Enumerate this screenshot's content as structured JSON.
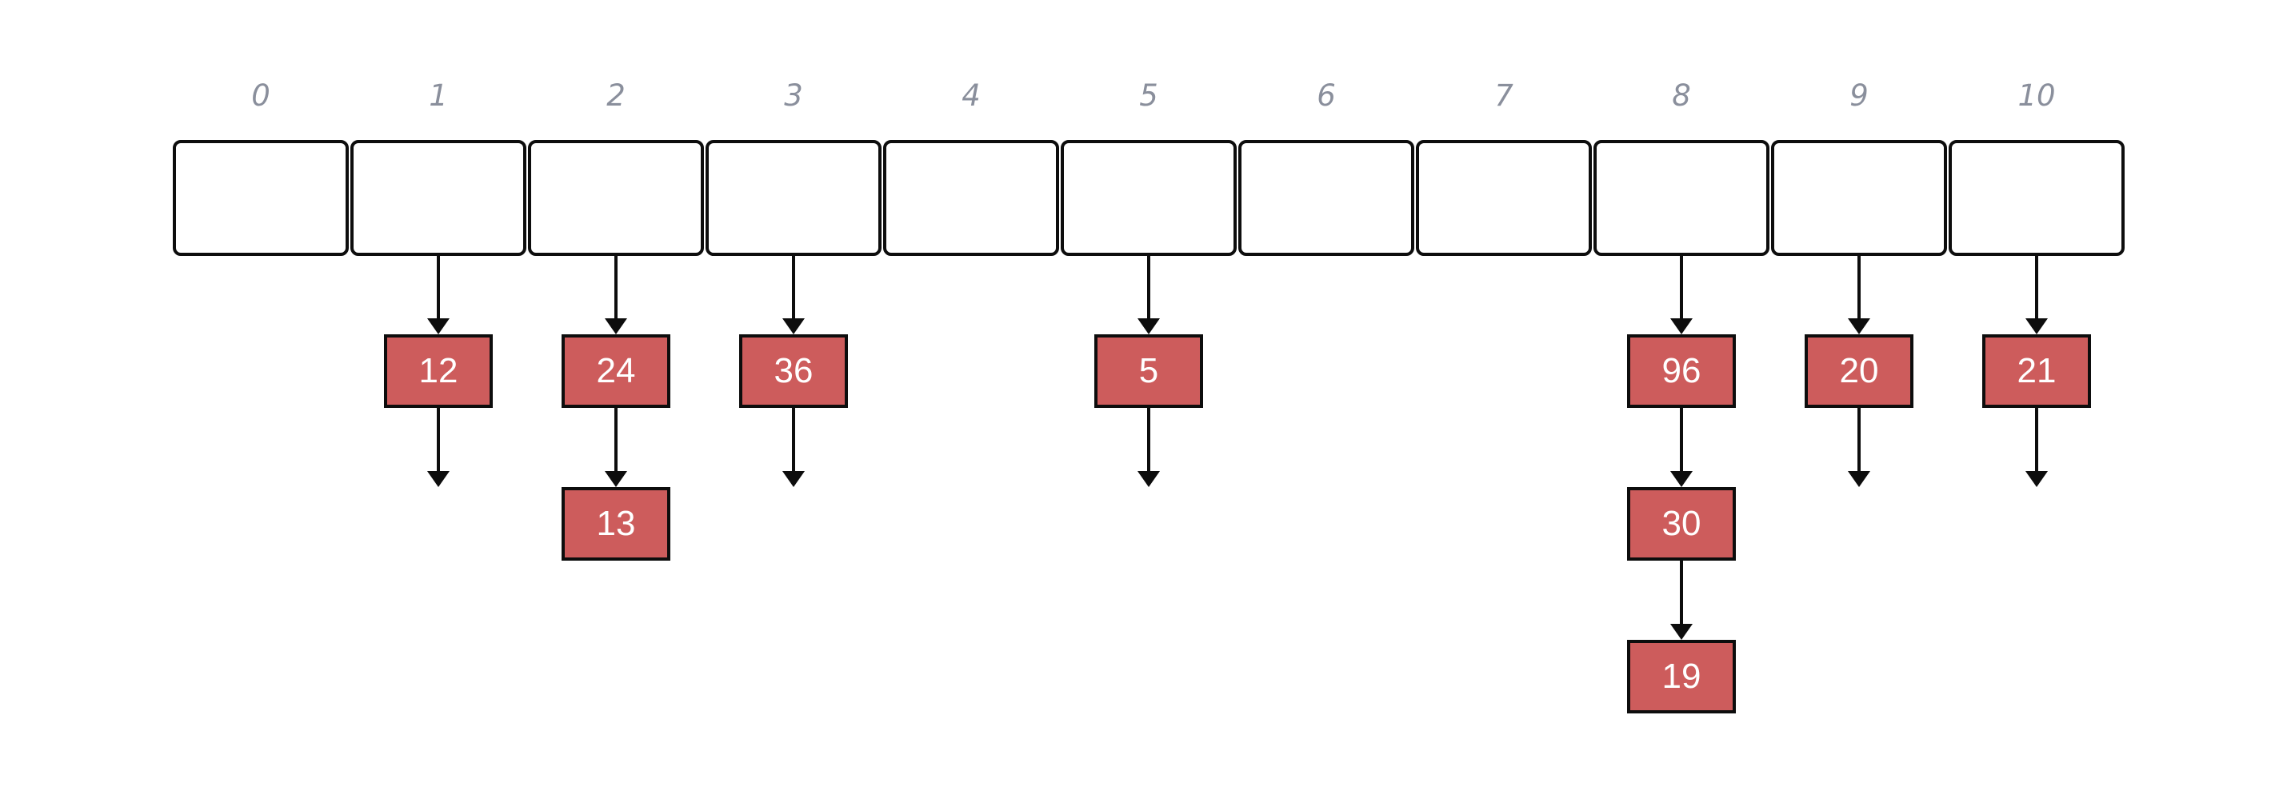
{
  "diagram": {
    "type": "hash-table-separate-chaining",
    "bucket_count": 11,
    "buckets": [
      {
        "index": "0",
        "chain": []
      },
      {
        "index": "1",
        "chain": [
          "12"
        ],
        "null_arrow_after_last": true
      },
      {
        "index": "2",
        "chain": [
          "24",
          "13"
        ],
        "null_arrow_after_last": false
      },
      {
        "index": "3",
        "chain": [
          "36"
        ],
        "null_arrow_after_last": true
      },
      {
        "index": "4",
        "chain": []
      },
      {
        "index": "5",
        "chain": [
          "5"
        ],
        "null_arrow_after_last": true
      },
      {
        "index": "6",
        "chain": []
      },
      {
        "index": "7",
        "chain": []
      },
      {
        "index": "8",
        "chain": [
          "96",
          "30",
          "19"
        ],
        "null_arrow_after_last": false
      },
      {
        "index": "9",
        "chain": [
          "20"
        ],
        "null_arrow_after_last": true
      },
      {
        "index": "10",
        "chain": [
          "21"
        ],
        "null_arrow_after_last": true
      }
    ],
    "colors": {
      "background": "#ffffff",
      "bucket_border": "#0d0d0d",
      "node_fill": "#cd5c5c",
      "node_border": "#0d0d0d",
      "node_text": "#ffffff",
      "index_label": "#8a8f9c",
      "arrow": "#0d0d0d"
    }
  }
}
